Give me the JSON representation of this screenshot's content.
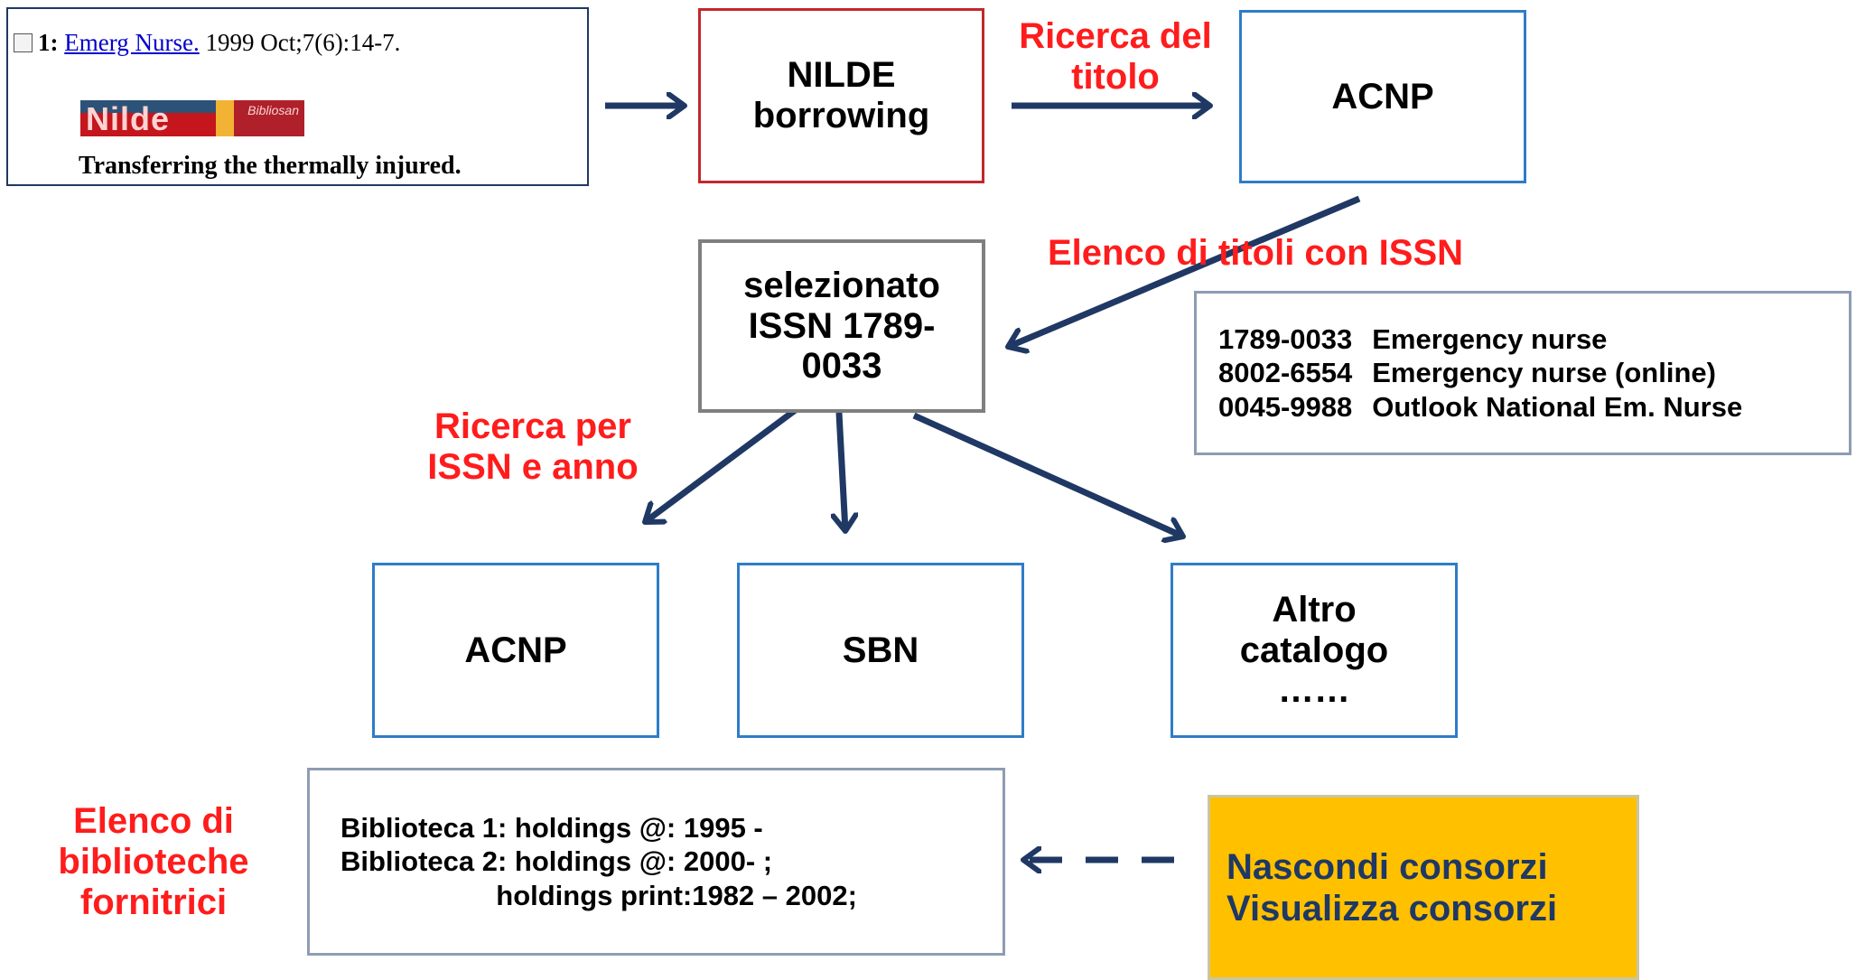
{
  "citation": {
    "number": "1:",
    "journal": "Emerg Nurse.",
    "details": "1999 Oct;7(6):14-7.",
    "logo_word": "Nilde",
    "logo_sub": "Bibliosan",
    "article_title": "Transferring the thermally injured."
  },
  "nodes": {
    "nilde": "NILDE\nborrowing",
    "acnp_top": "ACNP",
    "selected": "selezionato\nISSN 1789-\n0033",
    "acnp_bottom": "ACNP",
    "sbn": "SBN",
    "altro": "Altro\ncatalogo\n……"
  },
  "labels": {
    "title_search": "Ricerca del\ntitolo",
    "title_list": "Elenco di titoli con ISSN",
    "issn_year_search": "Ricerca per\nISSN e anno",
    "supplier_list": "Elenco di\nbiblioteche\nfornitrici"
  },
  "issn_list": [
    {
      "code": "1789-0033",
      "title": "Emergency nurse"
    },
    {
      "code": "8002-6554",
      "title": "Emergency nurse (online)"
    },
    {
      "code": "0045-9988",
      "title": "Outlook National Em. Nurse"
    }
  ],
  "holdings": [
    "Biblioteca 1: holdings @: 1995 -",
    "Biblioteca 2: holdings @: 2000- ;",
    "                    holdings print:1982 – 2002;"
  ],
  "consortia": {
    "hide": "Nascondi consorzi",
    "show": "Visualizza consorzi"
  },
  "colors": {
    "arrow": "#1f3864",
    "red_text": "#ff1c1c",
    "red_border": "#c0282d",
    "blue_border": "#2f7cc8",
    "gold_fill": "#ffc000"
  }
}
